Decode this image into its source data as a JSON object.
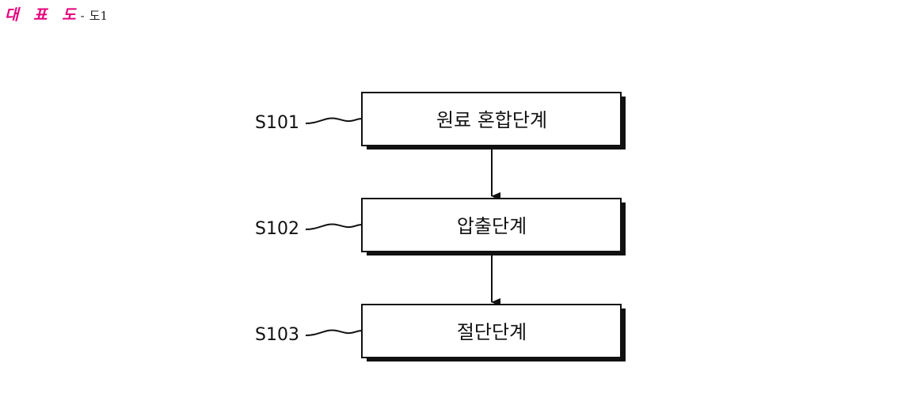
{
  "header": {
    "title": "대 표 도",
    "separator": "-",
    "figure": "도1"
  },
  "flowchart": {
    "steps": [
      {
        "label": "S101",
        "text": "원료 혼합단계"
      },
      {
        "label": "S102",
        "text": "압출단계"
      },
      {
        "label": "S103",
        "text": "절단단계"
      }
    ]
  }
}
